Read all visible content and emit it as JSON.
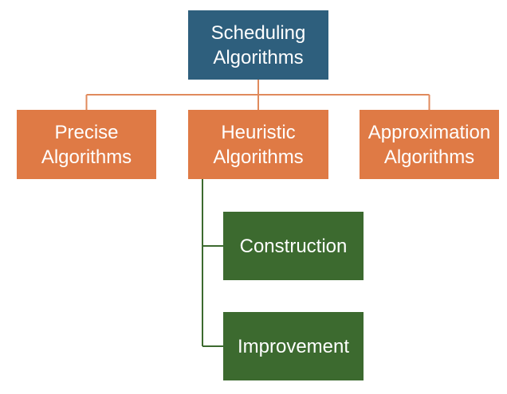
{
  "colors": {
    "root_fill": "#2e5f7d",
    "category_fill": "#df7a45",
    "subcategory_fill": "#3c6a2f",
    "category_connector": "#e08a5c",
    "subcategory_connector": "#3c6a2f",
    "text": "#ffffff"
  },
  "diagram": {
    "root": {
      "line1": "Scheduling",
      "line2": "Algorithms"
    },
    "categories": [
      {
        "line1": "Precise",
        "line2": "Algorithms"
      },
      {
        "line1": "Heuristic",
        "line2": "Algorithms"
      },
      {
        "line1": "Approximation",
        "line2": "Algorithms"
      }
    ],
    "heuristic_children": [
      {
        "label": "Construction"
      },
      {
        "label": "Improvement"
      }
    ]
  }
}
